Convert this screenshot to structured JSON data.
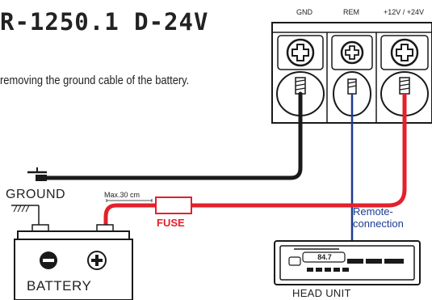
{
  "header": {
    "model_title": "R-1250.1 D-24V",
    "instruction": "removing the ground cable of the battery."
  },
  "terminals": [
    {
      "label": "GND"
    },
    {
      "label": "REM"
    },
    {
      "label": "+12V / +24V"
    }
  ],
  "ground": {
    "label": "GROUND"
  },
  "power_wire": {
    "max_length_label": "Max.30 cm"
  },
  "fuse": {
    "label": "FUSE"
  },
  "remote": {
    "label_line1": "Remote-",
    "label_line2": "connection"
  },
  "battery": {
    "label": "BATTERY",
    "negative_symbol": "−",
    "positive_symbol": "+"
  },
  "head_unit": {
    "label": "HEAD UNIT",
    "display_value": "84.7"
  },
  "colors": {
    "power_wire": "#e4202a",
    "ground_wire": "#1a1a1a",
    "remote_wire": "#1a3b8f",
    "outline": "#1a1a1a"
  }
}
